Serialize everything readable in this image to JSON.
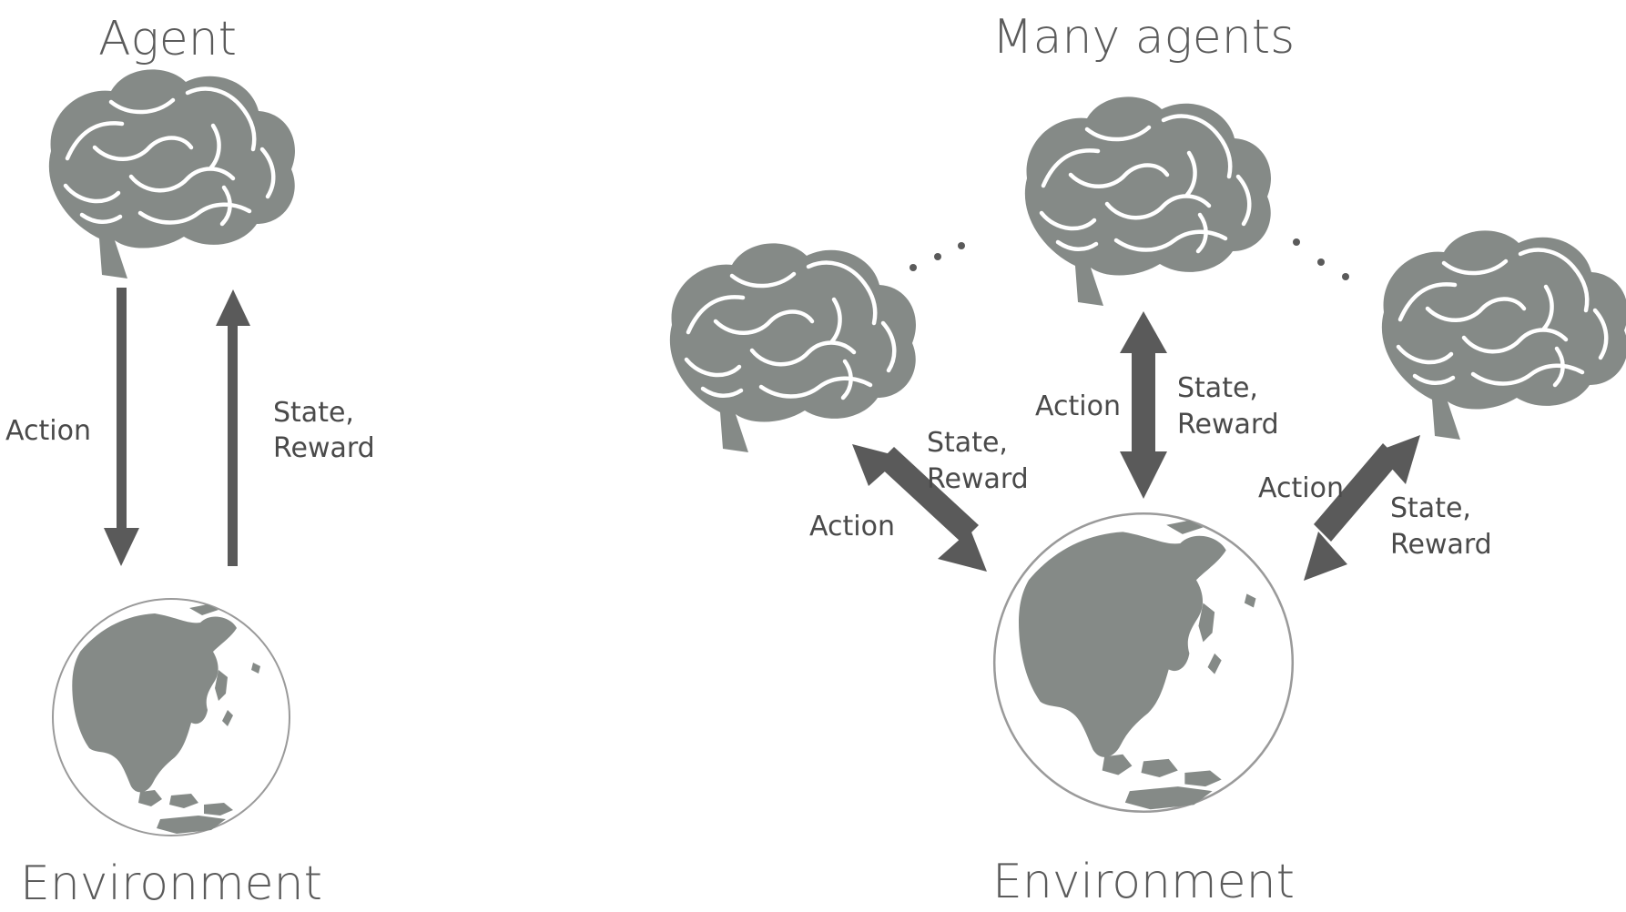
{
  "titles": {
    "single_agent": "Agent",
    "multi_agent": "Many agents",
    "single_environment": "Environment",
    "multi_environment": "Environment"
  },
  "labels": {
    "single_action": "Action",
    "single_state_line1": "State,",
    "single_state_line2": "Reward",
    "left_action": "Action",
    "left_state_line1": "State,",
    "left_state_line2": "Reward",
    "center_action": "Action",
    "center_state_line1": "State,",
    "center_state_line2": "Reward",
    "right_action": "Action",
    "right_state_line1": "State,",
    "right_state_line2": "Reward"
  },
  "colors": {
    "brain": "#858a87",
    "arrow": "#5a5a5a",
    "text": "#4a4a4a",
    "globe_outline": "#9a9a9a"
  },
  "icons": {
    "agent": "brain-icon",
    "environment": "globe-icon"
  }
}
